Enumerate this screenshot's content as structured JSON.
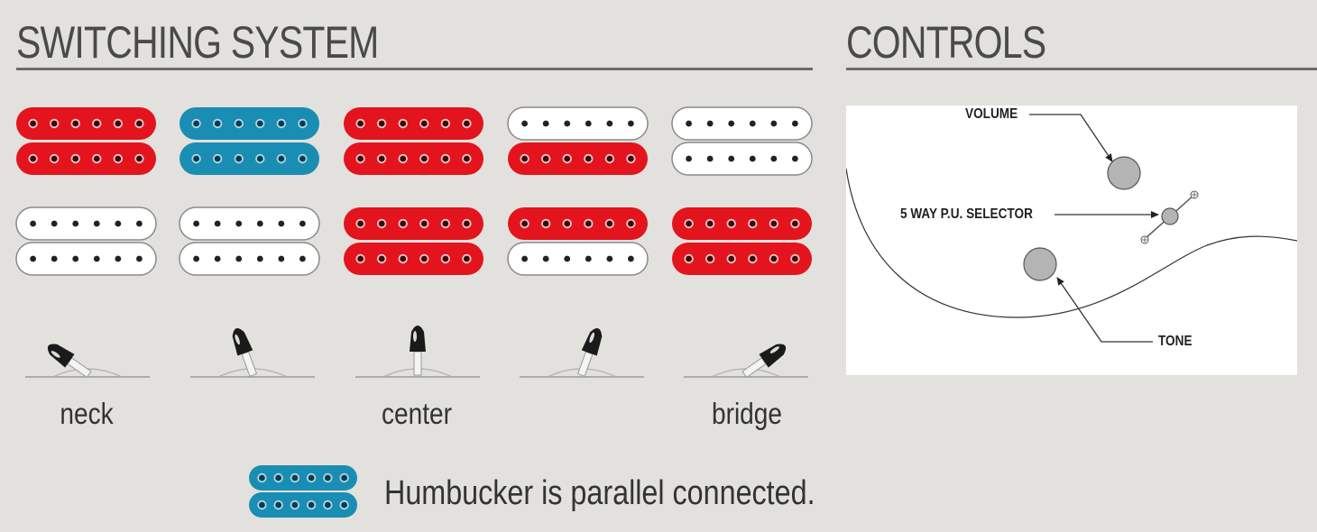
{
  "sections": {
    "switching_title": "SWITCHING SYSTEM",
    "controls_title": "CONTROLS"
  },
  "colors": {
    "red": "#e3141d",
    "blue": "#1a8db3",
    "white": "#ffffff",
    "hole": "#222222",
    "panel_bg": "#e2e1dd"
  },
  "positions": [
    {
      "label": "neck",
      "pickups": [
        [
          "red",
          "red"
        ],
        [
          "white",
          "white"
        ]
      ],
      "lever": "left-full"
    },
    {
      "label": "",
      "pickups": [
        [
          "blue",
          "blue"
        ],
        [
          "white",
          "white"
        ]
      ],
      "lever": "left-half"
    },
    {
      "label": "center",
      "pickups": [
        [
          "red",
          "red"
        ],
        [
          "red",
          "red"
        ]
      ],
      "lever": "center"
    },
    {
      "label": "",
      "pickups": [
        [
          "white",
          "red"
        ],
        [
          "red",
          "white"
        ]
      ],
      "lever": "right-half"
    },
    {
      "label": "bridge",
      "pickups": [
        [
          "white",
          "white"
        ],
        [
          "red",
          "red"
        ]
      ],
      "lever": "right-full"
    }
  ],
  "legend": {
    "pickup": [
      "blue",
      "blue"
    ],
    "text": "Humbucker is parallel connected."
  },
  "controls": {
    "volume": "VOLUME",
    "selector": "5 WAY P.U. SELECTOR",
    "tone": "TONE"
  }
}
